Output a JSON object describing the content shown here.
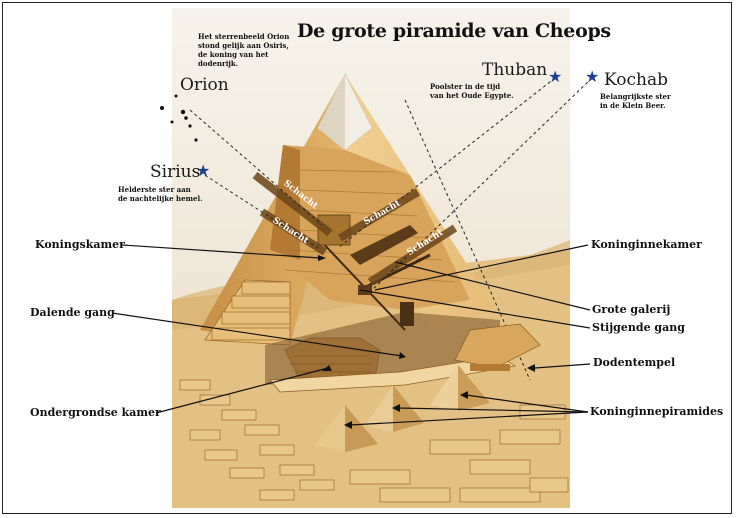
{
  "title": "De grote piramide van Cheops",
  "stars": {
    "orion": {
      "name": "Orion",
      "note": [
        "Het sterrenbeeld Orion",
        "stond gelijk aan Osiris,",
        "de koning van het",
        "dodenrijk."
      ]
    },
    "thuban": {
      "name": "Thuban",
      "note": [
        "Poolster in de tijd",
        "van het Oude Egypte."
      ]
    },
    "kochab": {
      "name": "Kochab",
      "note": [
        "Belangrijkste ster",
        "in de Klein Beer."
      ]
    },
    "sirius": {
      "name": "Sirius",
      "note": [
        "Helderste ster aan",
        "de nachtelijke hemel."
      ]
    }
  },
  "shaft_label": "Schacht",
  "labels": {
    "koningskamer": "Koningskamer",
    "dalende_gang": "Dalende gang",
    "ondergrondse_kamer": "Ondergrondse kamer",
    "koninginnekamer": "Koninginnekamer",
    "grote_galerij": "Grote galerij",
    "stijgende_gang": "Stijgende gang",
    "dodentempel": "Dodentempel",
    "koninginnepiramides": "Koninginnepiramides"
  },
  "colors": {
    "star": "#1f3f8f",
    "sky": "#f2ede0",
    "sand": "#e4c58f",
    "stone_light": "#e9c079",
    "stone_dark": "#b8823a",
    "stone_shadow": "#8a5a22",
    "cap": "#efe9dc"
  }
}
